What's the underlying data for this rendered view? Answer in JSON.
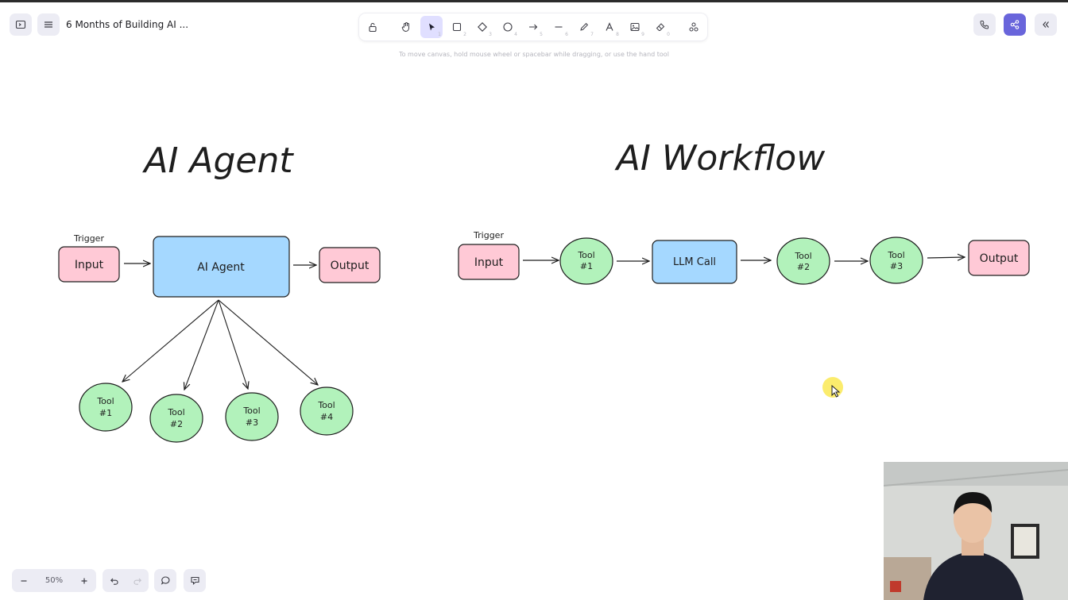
{
  "header": {
    "document_title": "6 Months of Building AI ...",
    "hint_text": "To move canvas, hold mouse wheel or spacebar while dragging, or use the hand tool"
  },
  "toolbar": {
    "tools": [
      {
        "name": "lock",
        "key": ""
      },
      {
        "name": "hand",
        "key": ""
      },
      {
        "name": "selection",
        "key": "1"
      },
      {
        "name": "rectangle",
        "key": "2"
      },
      {
        "name": "diamond",
        "key": "3"
      },
      {
        "name": "ellipse",
        "key": "4"
      },
      {
        "name": "arrow",
        "key": "5"
      },
      {
        "name": "line",
        "key": "6"
      },
      {
        "name": "draw",
        "key": "7"
      },
      {
        "name": "text",
        "key": "8"
      },
      {
        "name": "image",
        "key": "9"
      },
      {
        "name": "eraser",
        "key": "0"
      },
      {
        "name": "more-tools",
        "key": ""
      }
    ],
    "active_tool": "selection"
  },
  "footer": {
    "zoom_level": "50%"
  },
  "canvas": {
    "agent": {
      "title": "AI Agent",
      "trigger_label": "Trigger",
      "input_label": "Input",
      "center_label": "AI Agent",
      "output_label": "Output",
      "tools": [
        {
          "line1": "Tool",
          "line2": "#1"
        },
        {
          "line1": "Tool",
          "line2": "#2"
        },
        {
          "line1": "Tool",
          "line2": "#3"
        },
        {
          "line1": "Tool",
          "line2": "#4"
        }
      ]
    },
    "workflow": {
      "title": "AI Workflow",
      "trigger_label": "Trigger",
      "input_label": "Input",
      "llm_label": "LLM Call",
      "output_label": "Output",
      "tools": [
        {
          "line1": "Tool",
          "line2": "#1"
        },
        {
          "line1": "Tool",
          "line2": "#2"
        },
        {
          "line1": "Tool",
          "line2": "#3"
        }
      ]
    }
  },
  "colors": {
    "accent": "#6965db",
    "pink_fill": "#ffc9d6",
    "blue_fill": "#a5d8ff",
    "green_fill": "#b2f2bb",
    "active_tool_bg": "#e0dfff"
  }
}
